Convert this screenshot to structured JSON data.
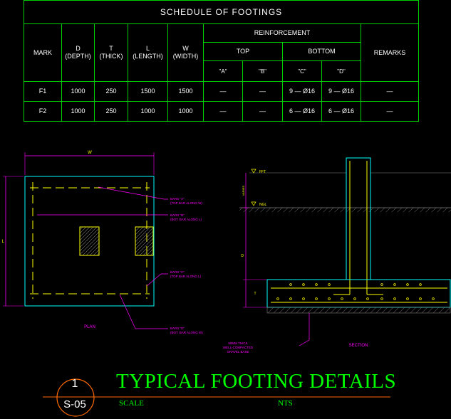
{
  "schedule": {
    "title": "SCHEDULE  OF  FOOTINGS",
    "headers": {
      "mark": "MARK",
      "d": "D",
      "d_sub": "(DEPTH)",
      "t": "T",
      "t_sub": "(THICK)",
      "l": "L",
      "l_sub": "(LENGTH)",
      "w": "W",
      "w_sub": "(WIDTH)",
      "reinforcement": "REINFORCEMENT",
      "top": "TOP",
      "bottom": "BOTTOM",
      "remarks": "REMARKS",
      "a": "\"A\"",
      "b": "\"B\"",
      "c": "\"C\"",
      "dd": "\"D\""
    },
    "rows": [
      {
        "mark": "F1",
        "d": "1000",
        "t": "250",
        "l": "1500",
        "w": "1500",
        "a": "—",
        "b": "—",
        "c": "9 — Ø16",
        "dd": "9 — Ø16",
        "remarks": "—"
      },
      {
        "mark": "F2",
        "d": "1000",
        "t": "250",
        "l": "1000",
        "w": "1000",
        "a": "—",
        "b": "—",
        "c": "6 — Ø16",
        "dd": "6 — Ø16",
        "remarks": "—"
      }
    ]
  },
  "plan": {
    "dim_w": "W",
    "dim_l": "L",
    "label": "PLAN",
    "notes": {
      "bars_a_1": "BARS \"A\"",
      "bars_a_2": "(TOP BAR ALONG W)",
      "bars_b_1": "BARS \"B\"",
      "bars_b_2": "(BOT. BAR ALONG L)",
      "bars_c_1": "BARS \"C\"",
      "bars_c_2": "(TOP BAR ALONG L)",
      "bars_d_1": "BARS \"D\"",
      "bars_d_2": "(BOT. BAR ALONG W)"
    }
  },
  "section": {
    "label": "SECTION",
    "fft": "FFT",
    "ngl": "NGL",
    "dim_varies": "VARIES",
    "dim_d": "D",
    "dim_t": "T",
    "gravel_1": "50MM THICK",
    "gravel_2": "WELL-COMPACTED",
    "gravel_3": "GRAVEL BASE"
  },
  "title_block": {
    "detail_no": "1",
    "sheet": "S-05",
    "title": "TYPICAL FOOTING DETAILS",
    "scale_label": "SCALE",
    "scale_value": "NTS"
  },
  "colors": {
    "grid": "#00d000",
    "title": "#00ff00",
    "outline": "#00ffff",
    "leader": "#ff00ff",
    "bars": "#ffff00",
    "dims": "#ff00ff",
    "ground": "#808080"
  }
}
